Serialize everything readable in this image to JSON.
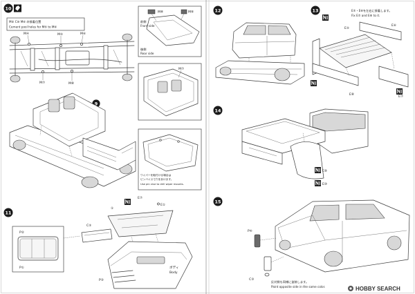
{
  "colors": {
    "ink": "#3a3a3a",
    "badge": "#1a1a1a",
    "paper": "#ffffff",
    "shade": "#d8d8d8"
  },
  "icons": {
    "cement": "cement-icon",
    "paint": "paint-icon",
    "logo": "hobby-search-logo-icon"
  },
  "steps": {
    "s9": "9",
    "s10": "10",
    "s11": "11",
    "s12": "12",
    "s13": "13",
    "s14": "14",
    "s15": "15"
  },
  "step10": {
    "note_jp": "M⑤ C⑩ M⑥ の接着位置",
    "note_en": "Cement pool holes for M⑤ to M⑥",
    "parts": {
      "m4": "M④",
      "m5": "M⑤",
      "m6": "M⑥",
      "m7": "M⑦",
      "m8": "M⑧"
    },
    "inset_top": {
      "part_a": "M⑧",
      "part_b": "M⑨",
      "front_jp": "前側",
      "front_en": "Front side",
      "rear_jp": "後側",
      "rear_en": "Rear side"
    },
    "inset_mid": {
      "part": "M⑦"
    },
    "inset_wiper": {
      "jp_1": "ワイパーを取付ける場合は",
      "jp_2": "ピンバイスで穴をあけます。",
      "en": "Use pin vise to drill wiper mounts."
    }
  },
  "step11": {
    "window_top": "P②",
    "window_bottom": "P①",
    "tray": "C⑤",
    "glass": "①",
    "part_e7": "E⑦",
    "part_e1": "E①",
    "body_jp": "ボディ",
    "body_en": "Body",
    "part_p3": "P③"
  },
  "step13": {
    "note_jp": "E⑦・E⑧を左右に接着します。",
    "note_en": "Fix E⑦ and E⑧ to it.",
    "parts": {
      "e5": "E⑤",
      "e6": "E⑥",
      "e7": "E⑦",
      "e8": "E⑧"
    }
  },
  "step14": {
    "parts": {
      "e9": "E⑨",
      "e10": "E⑩"
    }
  },
  "step15": {
    "part_a": "P④",
    "part_b": "C③",
    "note_jp": "反対側も同様に塗装します。",
    "note_en": "Paint opposite side in the same color."
  },
  "watermark": {
    "brand": "HOBBY SEARCH"
  }
}
